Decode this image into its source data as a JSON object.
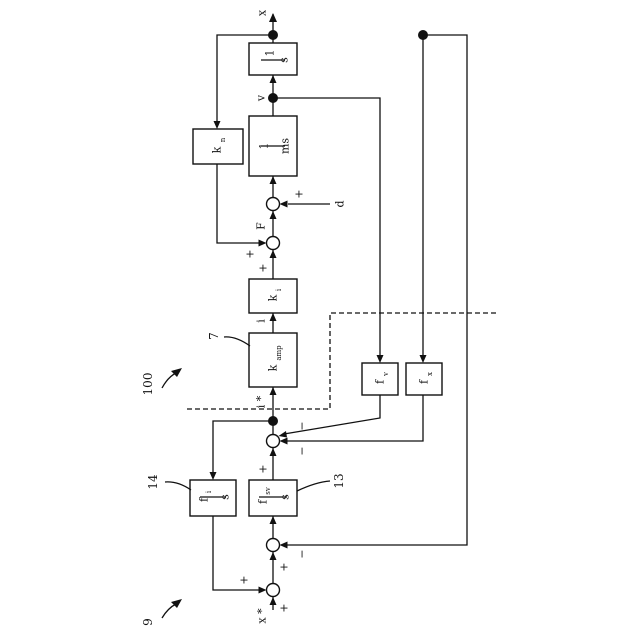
{
  "diagram": {
    "signals": {
      "x": "x",
      "v": "v",
      "F": "F",
      "i": "i",
      "istar": "i *",
      "xstar": "x *",
      "d": "d"
    },
    "blocks": {
      "integrator": {
        "num": "1",
        "den": "s"
      },
      "mass": {
        "num": "1",
        "den": "ms"
      },
      "kn": {
        "main": "k",
        "sub": "n"
      },
      "ki": {
        "main": "k",
        "sub": "i"
      },
      "kamp": {
        "main": "k",
        "sub": "amp"
      },
      "fv": {
        "main": "f",
        "sub": "v"
      },
      "fx": {
        "main": "f",
        "sub": "x"
      },
      "fi": {
        "num_main": "f",
        "num_sub": "i",
        "den": "s"
      },
      "fsv": {
        "num_main": "f",
        "num_sub": "sv",
        "den": "s"
      }
    },
    "signs": {
      "plus": "+",
      "minus": "−"
    },
    "refs": {
      "r7": "7",
      "r100": "100",
      "r14": "14",
      "r13": "13",
      "r9": "9"
    }
  }
}
